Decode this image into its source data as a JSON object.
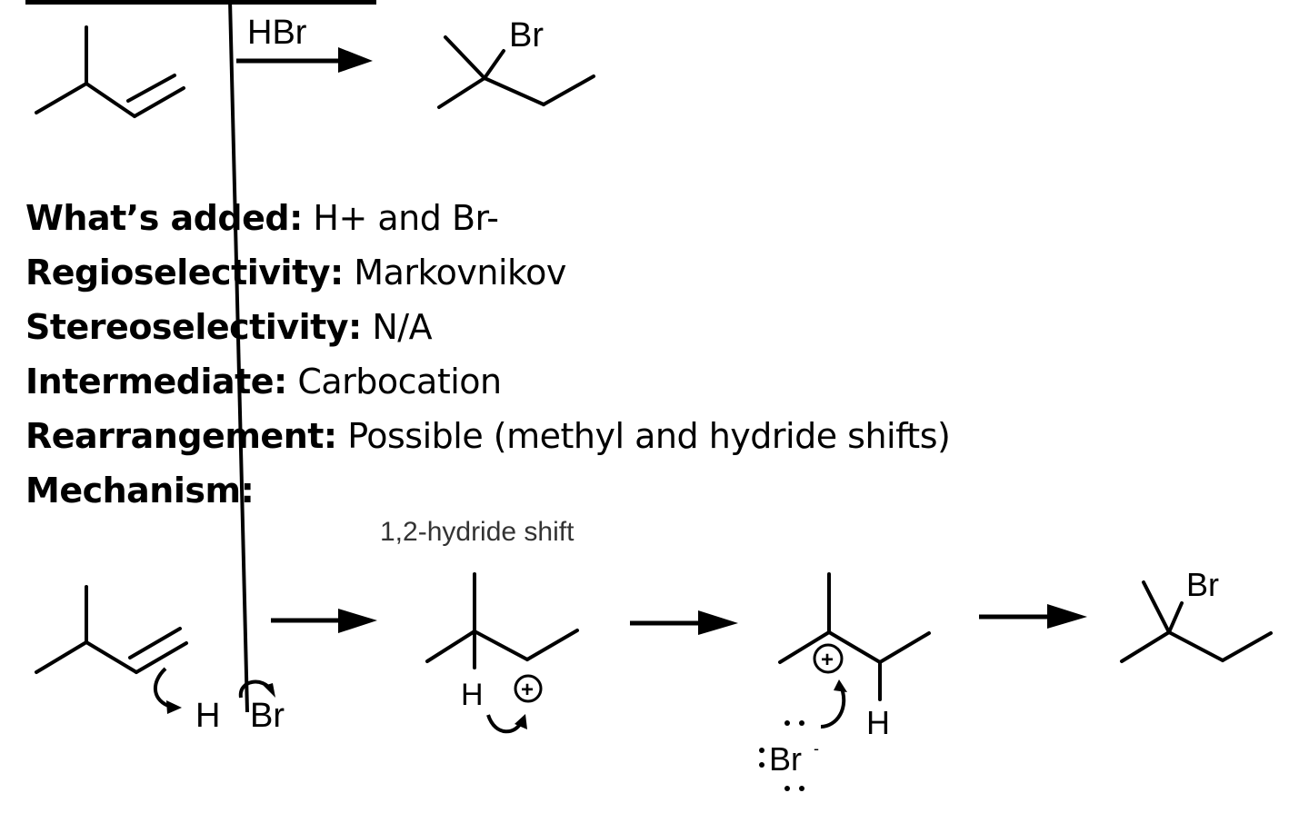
{
  "summary_reaction": {
    "reagent": "HBr",
    "product_substituent": "Br"
  },
  "properties": [
    {
      "key": "What’s added:",
      "value": "H+ and Br-"
    },
    {
      "key": "Regioselectivity:",
      "value": "Markovnikov"
    },
    {
      "key": "Stereoselectivity:",
      "value": "N/A"
    },
    {
      "key": "Intermediate:",
      "value": "Carbocation"
    },
    {
      "key": "Rearrangement:",
      "value": "Possible (methyl and hydride shifts)"
    },
    {
      "key": "Mechanism:",
      "value": ""
    }
  ],
  "mechanism": {
    "step1_reagent_h": "H",
    "step1_reagent_br": "Br",
    "shift_label": "1,2-hydride shift",
    "intermediate1_h": "H",
    "intermediate2_h": "H",
    "nucleophile": "Br",
    "nucleophile_charge": "-",
    "final_substituent": "Br",
    "charge_symbol": "+"
  }
}
